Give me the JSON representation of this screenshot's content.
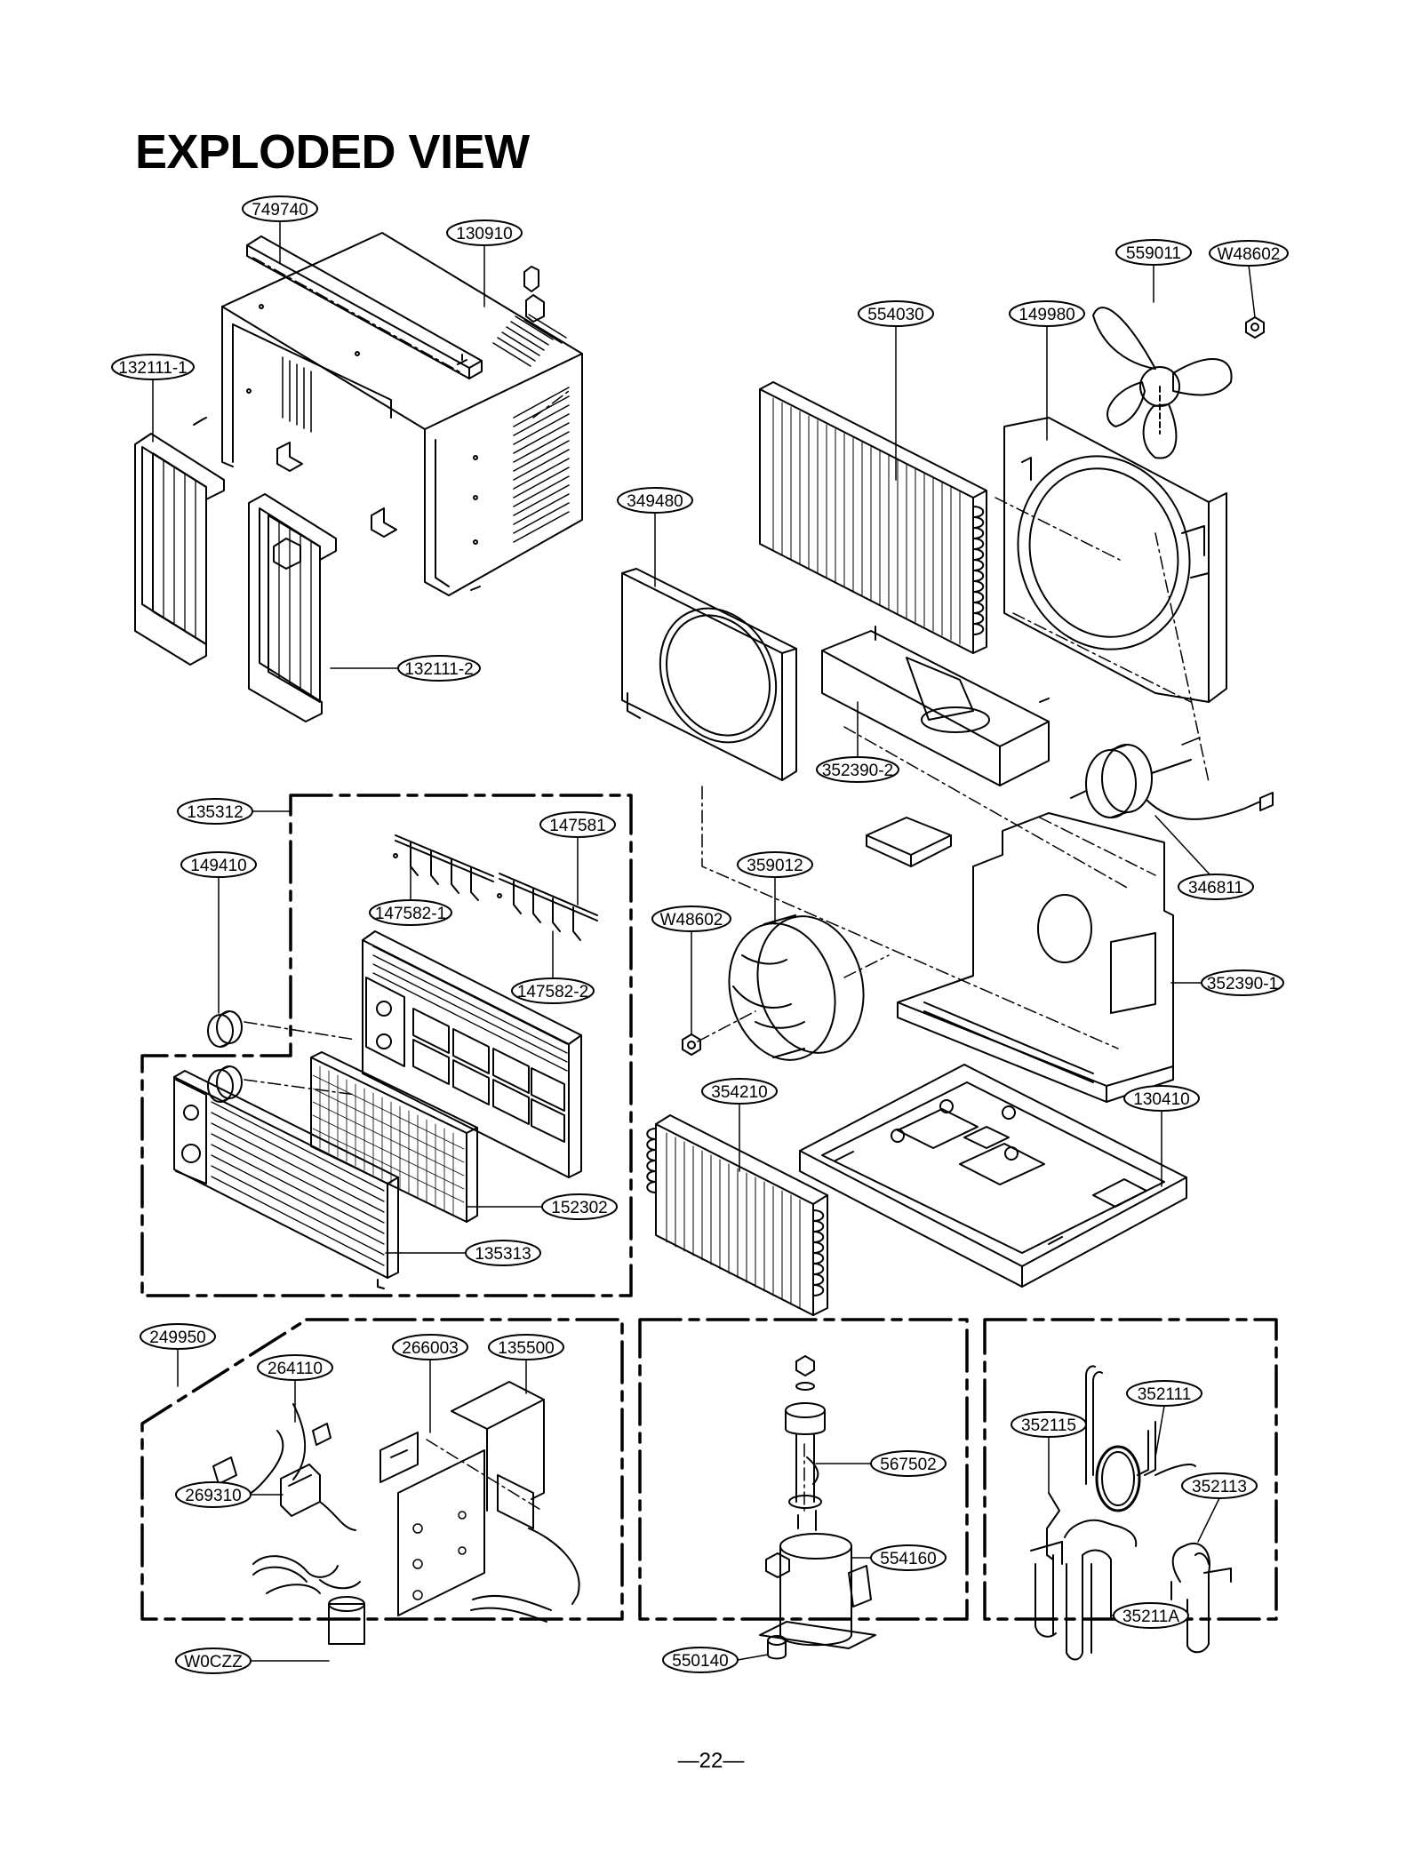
{
  "page": {
    "title": "EXPLODED VIEW",
    "page_number": "—22—"
  },
  "parts": [
    {
      "id": "749740",
      "label": "749740"
    },
    {
      "id": "130910",
      "label": "130910"
    },
    {
      "id": "132111-1",
      "label": "132111-1"
    },
    {
      "id": "132111-2",
      "label": "132111-2"
    },
    {
      "id": "559011",
      "label": "559011"
    },
    {
      "id": "W48602-a",
      "label": "W48602"
    },
    {
      "id": "554030",
      "label": "554030"
    },
    {
      "id": "149980",
      "label": "149980"
    },
    {
      "id": "349480",
      "label": "349480"
    },
    {
      "id": "352390-2",
      "label": "352390-2"
    },
    {
      "id": "346811",
      "label": "346811"
    },
    {
      "id": "135312",
      "label": "135312"
    },
    {
      "id": "147581",
      "label": "147581"
    },
    {
      "id": "149410",
      "label": "149410"
    },
    {
      "id": "147582-1",
      "label": "147582-1"
    },
    {
      "id": "147582-2",
      "label": "147582-2"
    },
    {
      "id": "359012",
      "label": "359012"
    },
    {
      "id": "W48602-b",
      "label": "W48602"
    },
    {
      "id": "352390-1",
      "label": "352390-1"
    },
    {
      "id": "354210",
      "label": "354210"
    },
    {
      "id": "130410",
      "label": "130410"
    },
    {
      "id": "152302",
      "label": "152302"
    },
    {
      "id": "135313",
      "label": "135313"
    },
    {
      "id": "249950",
      "label": "249950"
    },
    {
      "id": "264110",
      "label": "264110"
    },
    {
      "id": "266003",
      "label": "266003"
    },
    {
      "id": "135500",
      "label": "135500"
    },
    {
      "id": "269310",
      "label": "269310"
    },
    {
      "id": "W0CZZ",
      "label": "W0CZZ"
    },
    {
      "id": "567502",
      "label": "567502"
    },
    {
      "id": "554160",
      "label": "554160"
    },
    {
      "id": "550140",
      "label": "550140"
    },
    {
      "id": "352111",
      "label": "352111"
    },
    {
      "id": "352115",
      "label": "352115"
    },
    {
      "id": "352113",
      "label": "352113"
    },
    {
      "id": "35211A",
      "label": "35211A"
    }
  ]
}
